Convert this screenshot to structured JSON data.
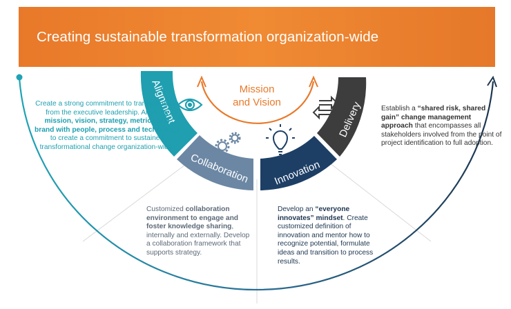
{
  "header": {
    "title": "Creating sustainable transformation organization-wide"
  },
  "center": {
    "line1": "Mission",
    "line2": "and Vision"
  },
  "ring": {
    "alignment": "Alignment",
    "collaboration": "Collaboration",
    "innovation": "Innovation",
    "delivery": "Delivery"
  },
  "colors": {
    "header": "#f08a33",
    "alignment": "#1f9fb0",
    "collaboration": "#5d7a96",
    "innovation": "#1d3f66",
    "delivery": "#3a3a3a",
    "mission": "#e8792a"
  },
  "icons": [
    "eye-icon",
    "gears-icon",
    "lightbulb-icon",
    "swap-arrows-icon"
  ],
  "alignment_text": {
    "s1": "Create a strong commitment to transformation from the executive leadership. Align the ",
    "s2": "mission, vision, strategy, metrics and brand with people, process and technology",
    "s3": " to create a commitment to sustained transformational change organization-wide."
  },
  "delivery_text": {
    "s1": "Establish a ",
    "s2": "“shared risk, shared gain” change management approach",
    "s3": " that encompasses all stakeholders involved from the point of project identification to full adoption."
  },
  "collaboration_text": {
    "s1": "Customized ",
    "s2": "collaboration environment to engage and foster knowledge sharing",
    "s3": ", internally and externally. Develop a collaboration framework that supports strategy."
  },
  "innovation_text": {
    "s1": "Develop an ",
    "s2": "“everyone innovates” mindset",
    "s3": ". Create customized definition of innovation and mentor how to recognize potential, formulate ideas and transition to process results."
  }
}
